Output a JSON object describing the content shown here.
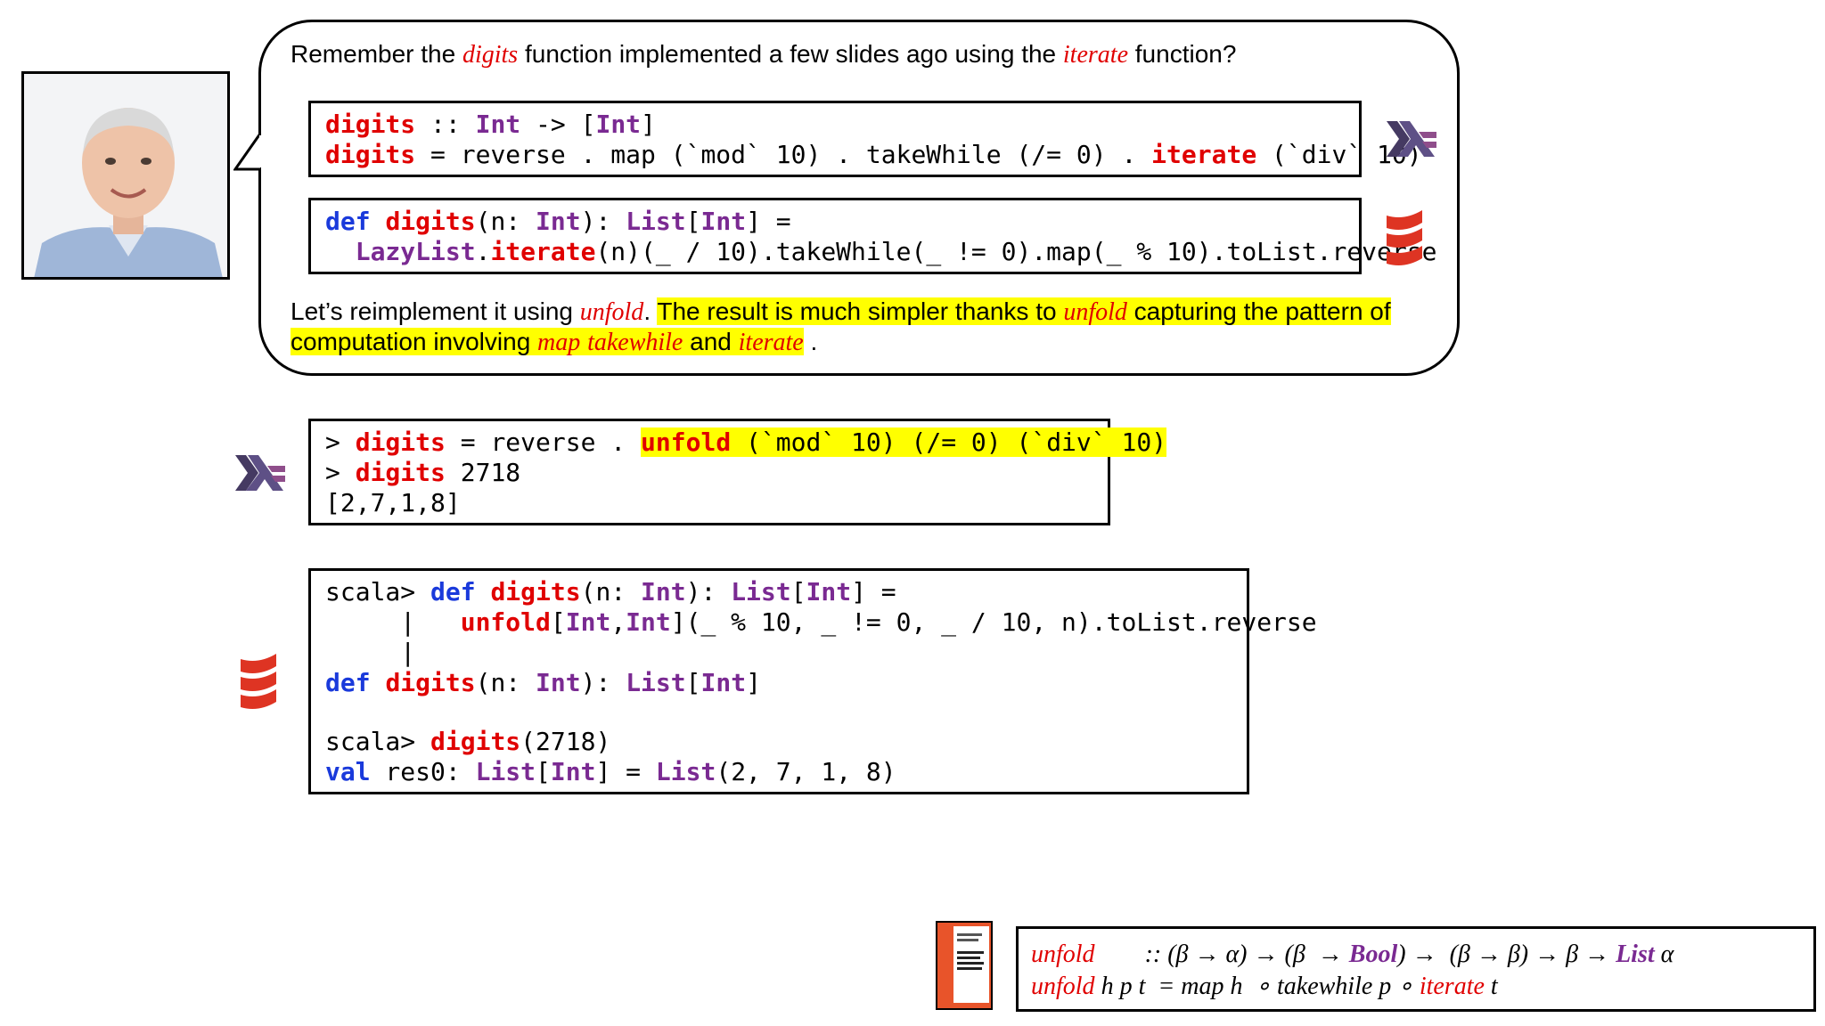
{
  "intro": {
    "part1": "Remember the ",
    "digits": "digits",
    "part2": "  function implemented a few slides ago using the ",
    "iterate": "iterate",
    "part3": "  function?"
  },
  "haskell_old": {
    "l1_name": "digits",
    "l1_sep": " :: ",
    "l1_type": "Int",
    "l1_arrow": " -> ",
    "l1_ret_open": "[",
    "l1_ret": "Int",
    "l1_ret_close": "]",
    "l2_name": "digits",
    "l2_body1": " = reverse . map (`mod` 10) . takeWhile (/= 0) . ",
    "l2_iterate": "iterate",
    "l2_body2": " (`div` 10)"
  },
  "scala_old": {
    "l1_def": "def ",
    "l1_name": "digits",
    "l1_p1": "(n: ",
    "l1_type": "Int",
    "l1_p2": "): ",
    "l1_list": "List",
    "l1_b1": "[",
    "l1_int": "Int",
    "l1_b2": "] =",
    "l2_indent": "  ",
    "l2_lazy": "LazyList",
    "l2_dot": ".",
    "l2_iterate": "iterate",
    "l2_rest": "(n)(_ / 10).takeWhile(_ != 0).map(_ % 10).toList.reverse"
  },
  "reimpl": {
    "p1": "Let’s reimplement it using ",
    "unfold1": "unfold",
    "p2": ". ",
    "h1": "The result is much simpler thanks to ",
    "unfold2": "unfold",
    "h2": " capturing the pattern of",
    "h3": "computation involving ",
    "map": "map",
    "sp": "  ",
    "takewhile": "takewhile",
    "and": " and ",
    "iterate": "iterate",
    "end": " ."
  },
  "haskell_repl": {
    "l1_prompt": "> ",
    "l1_name": "digits",
    "l1_mid": " = reverse . ",
    "l1_unfold": "unfold",
    "l1_rest": " (`mod` 10) (/= 0) (`div` 10)",
    "l2_prompt": "> ",
    "l2_name": "digits",
    "l2_rest": " 2718",
    "l3": "[2,7,1,8]"
  },
  "scala_repl": {
    "l1_prompt": "scala> ",
    "l1_def": "def ",
    "l1_name": "digits",
    "l1_p1": "(n: ",
    "l1_type": "Int",
    "l1_p2": "): ",
    "l1_list": "List",
    "l1_b1": "[",
    "l1_int": "Int",
    "l1_b2": "] =",
    "l2_bar": "     |   ",
    "l2_unfold": "unfold",
    "l2_b1": "[",
    "l2_t1": "Int",
    "l2_c": ",",
    "l2_t2": "Int",
    "l2_rest": "](_ % 10, _ != 0, _ / 10, n).toList.reverse",
    "l3_bar": "     |",
    "l4_def": "def ",
    "l4_name": "digits",
    "l4_p1": "(n: ",
    "l4_type": "Int",
    "l4_p2": "): ",
    "l4_list": "List",
    "l4_b1": "[",
    "l4_int": "Int",
    "l4_b2": "]",
    "l6_prompt": "scala> ",
    "l6_name": "digits",
    "l6_rest": "(2718)",
    "l7_val": "val",
    "l7_mid": " res0: ",
    "l7_list": "List",
    "l7_b1": "[",
    "l7_int": "Int",
    "l7_b2": "] = ",
    "l7_list2": "List",
    "l7_rest": "(2, 7, 1, 8)"
  },
  "formula": {
    "l1_unfold": "unfold",
    "l1_sig": "        :: (β → α) → (β  → ",
    "l1_bool": "Bool",
    "l1_sig2": ") →  (β → β) → β → ",
    "l1_list": "List",
    "l1_alpha": " α",
    "l2_unfold": "unfold",
    "l2_args": " h p t  = map h  ∘ takewhile p ∘ ",
    "l2_iterate": "iterate",
    "l2_t": " t"
  },
  "colors": {
    "red": "#e00000",
    "purple": "#7a2a92",
    "blue": "#1a3adb",
    "highlight": "#ffff00",
    "scala_red": "#de3423",
    "haskell_purple": "#5e5086"
  }
}
